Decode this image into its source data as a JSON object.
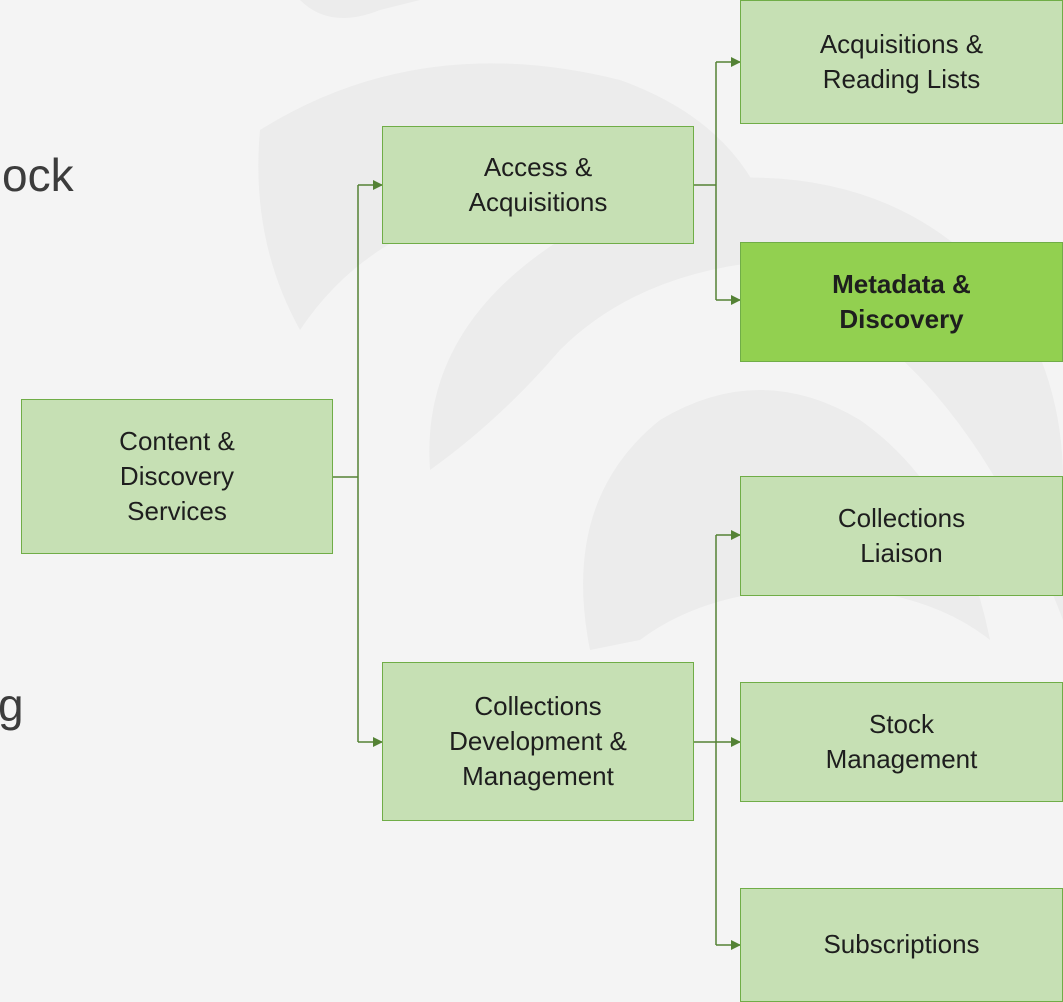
{
  "left_text_fragments": [
    "ock",
    "g"
  ],
  "colors": {
    "node_fill": "#c6e0b4",
    "node_border": "#70ad47",
    "highlight_fill": "#92d050",
    "connector": "#548235",
    "background": "#f4f4f4"
  },
  "nodes": {
    "root": {
      "label": "Content & Discovery Services"
    },
    "access": {
      "label": "Access & Acquisitions"
    },
    "collections_dev": {
      "label": "Collections Development & Management"
    },
    "acq_reading": {
      "label": "Acquisitions & Reading Lists"
    },
    "metadata": {
      "label": "Metadata & Discovery",
      "highlighted": true
    },
    "liaison": {
      "label": "Collections Liaison"
    },
    "stock": {
      "label": "Stock Management"
    },
    "subscriptions": {
      "label": "Subscriptions"
    }
  }
}
